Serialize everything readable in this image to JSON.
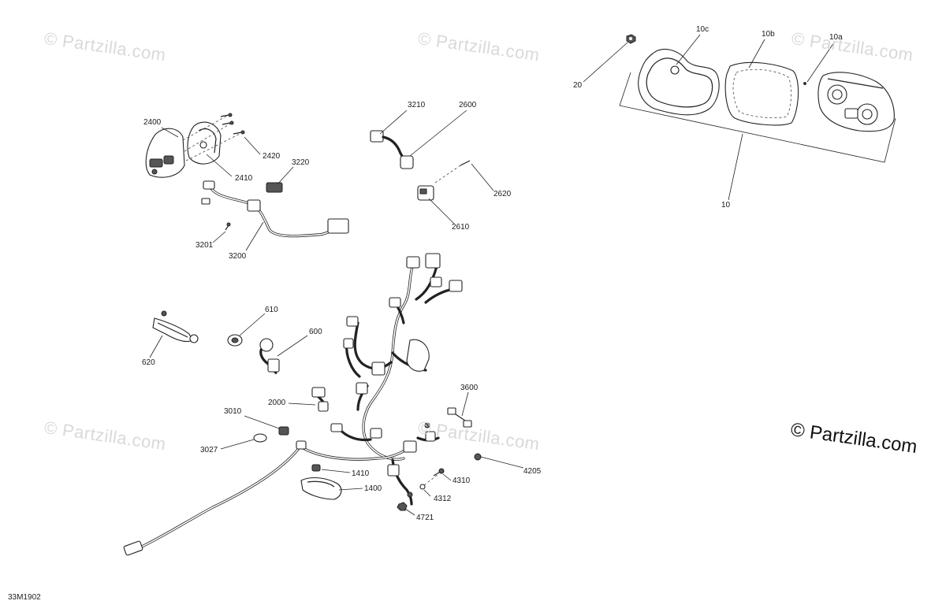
{
  "watermark_text": "© Partzilla.com",
  "copyright": "© Partzilla.com",
  "diagram_ref": "33M1902",
  "callouts": [
    {
      "id": "20",
      "label": "20"
    },
    {
      "id": "10c",
      "label": "10c"
    },
    {
      "id": "10b",
      "label": "10b"
    },
    {
      "id": "10a",
      "label": "10a"
    },
    {
      "id": "10",
      "label": "10"
    },
    {
      "id": "2400",
      "label": "2400"
    },
    {
      "id": "2420",
      "label": "2420"
    },
    {
      "id": "2410",
      "label": "2410"
    },
    {
      "id": "3220",
      "label": "3220"
    },
    {
      "id": "3201",
      "label": "3201"
    },
    {
      "id": "3200",
      "label": "3200"
    },
    {
      "id": "3210",
      "label": "3210"
    },
    {
      "id": "2600",
      "label": "2600"
    },
    {
      "id": "2620",
      "label": "2620"
    },
    {
      "id": "2610",
      "label": "2610"
    },
    {
      "id": "610",
      "label": "610"
    },
    {
      "id": "600",
      "label": "600"
    },
    {
      "id": "620",
      "label": "620"
    },
    {
      "id": "2000",
      "label": "2000"
    },
    {
      "id": "3600",
      "label": "3600"
    },
    {
      "id": "3010",
      "label": "3010"
    },
    {
      "id": "3027",
      "label": "3027"
    },
    {
      "id": "4205",
      "label": "4205"
    },
    {
      "id": "1410",
      "label": "1410"
    },
    {
      "id": "4310",
      "label": "4310"
    },
    {
      "id": "1400",
      "label": "1400"
    },
    {
      "id": "4312",
      "label": "4312"
    },
    {
      "id": "4721",
      "label": "4721"
    }
  ]
}
